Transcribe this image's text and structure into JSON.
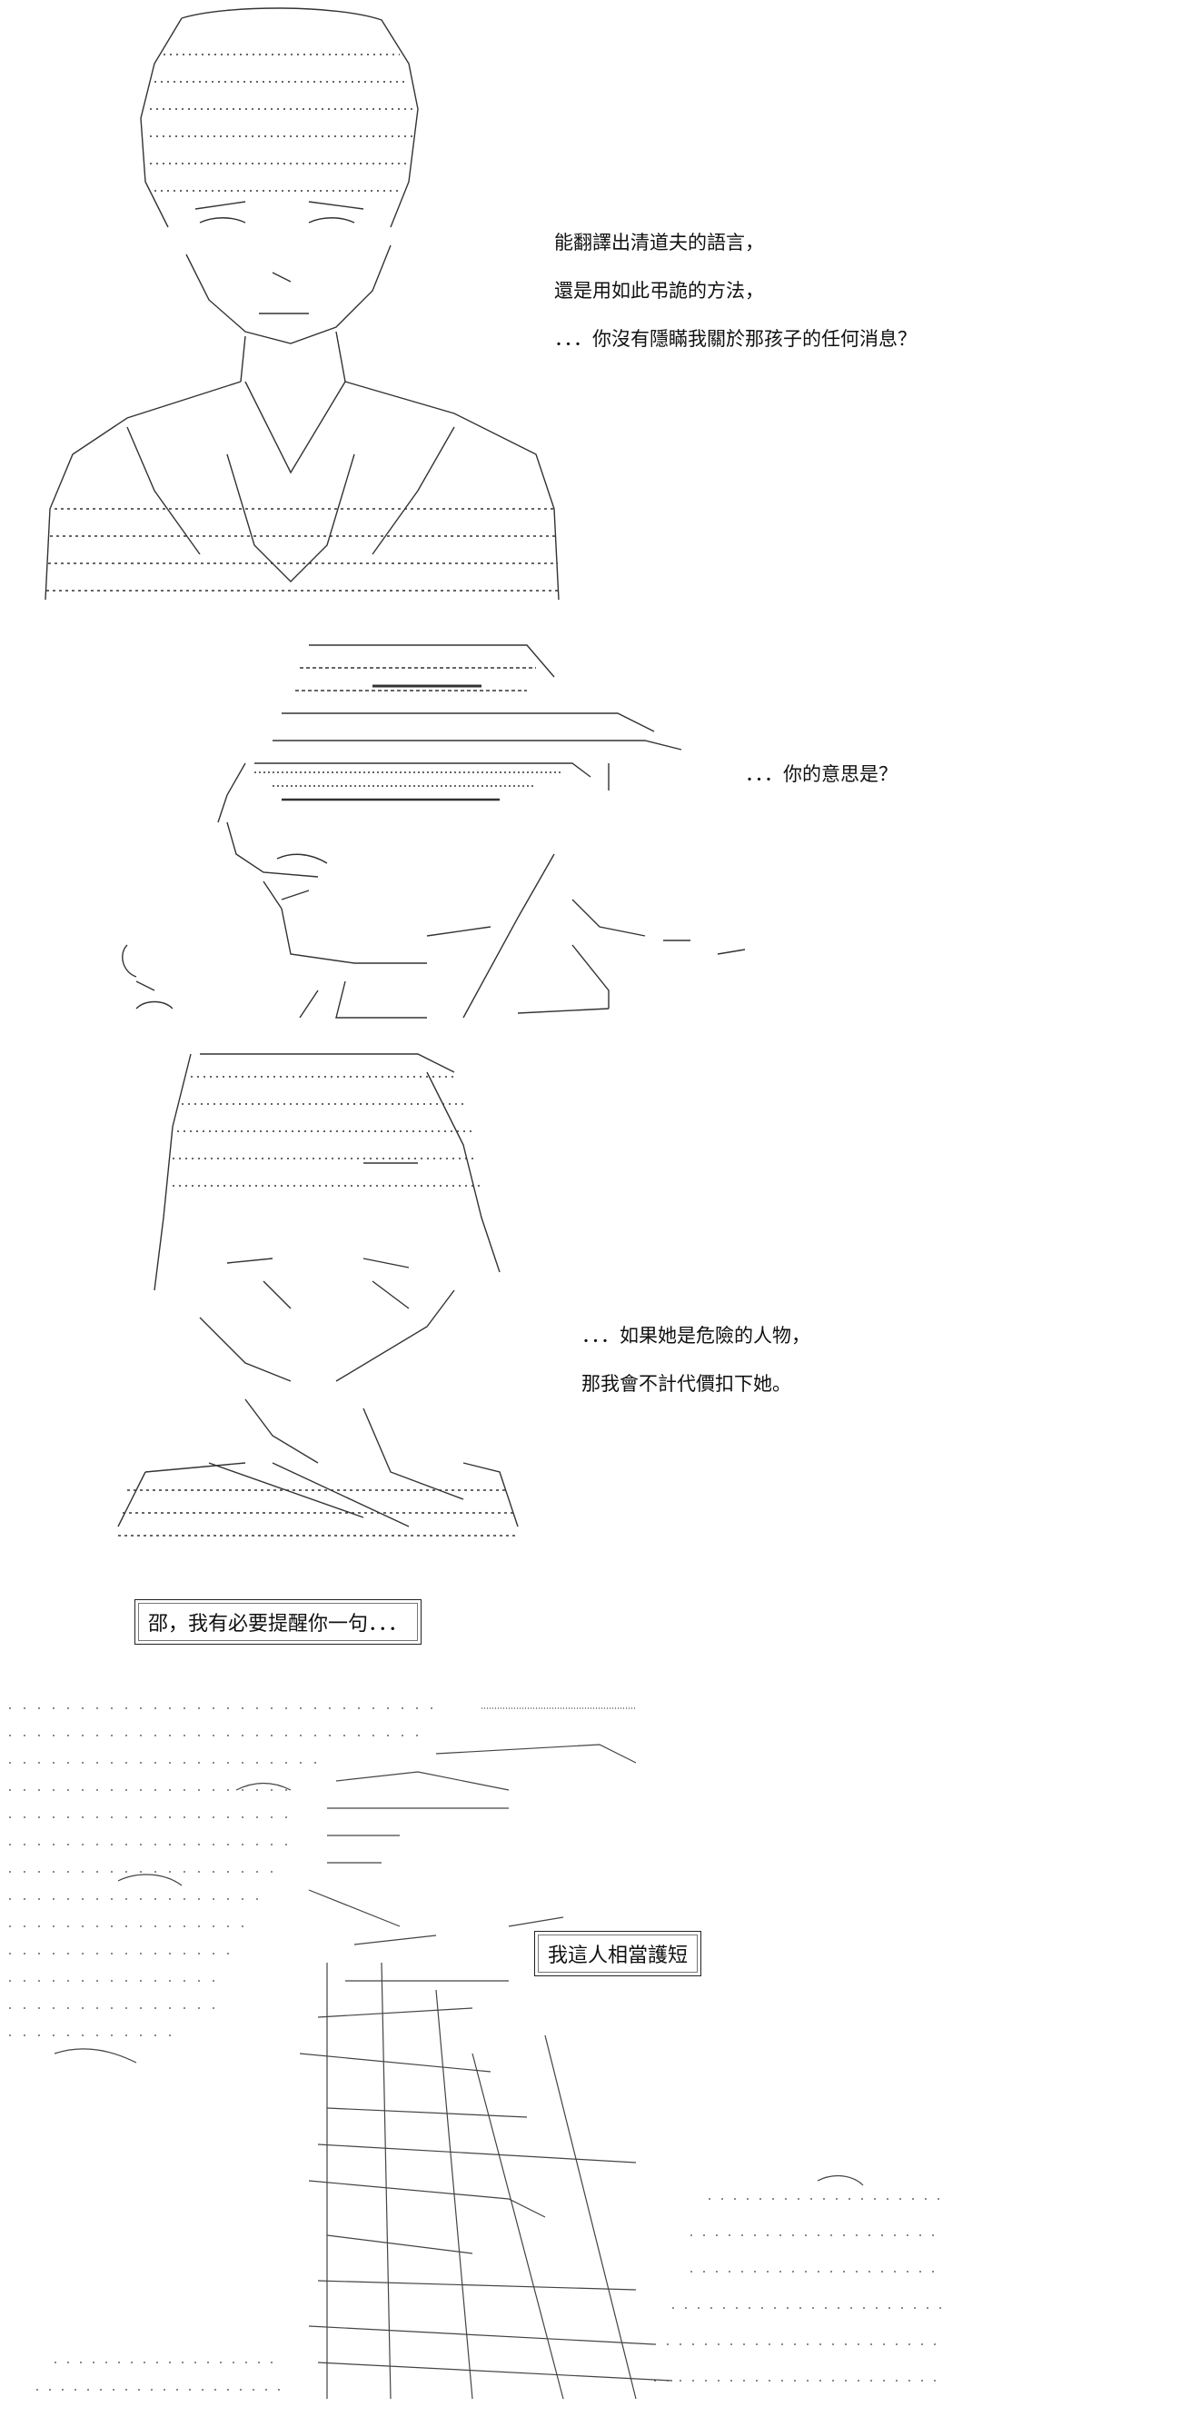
{
  "panels": [
    {
      "lines": [
        "能翻譯出清道夫的語言，",
        "還是用如此弔詭的方法，",
        "．．．你沒有隱瞞我關於那孩子的任何消息？"
      ]
    },
    {
      "lines": [
        "．．．你的意思是？"
      ]
    },
    {
      "lines": [
        "．．．如果她是危險的人物，",
        "那我會不計代價扣下她。"
      ],
      "box": "邵，我有必要提醒你一句．．．"
    },
    {
      "box": "我這人相當護短"
    }
  ]
}
